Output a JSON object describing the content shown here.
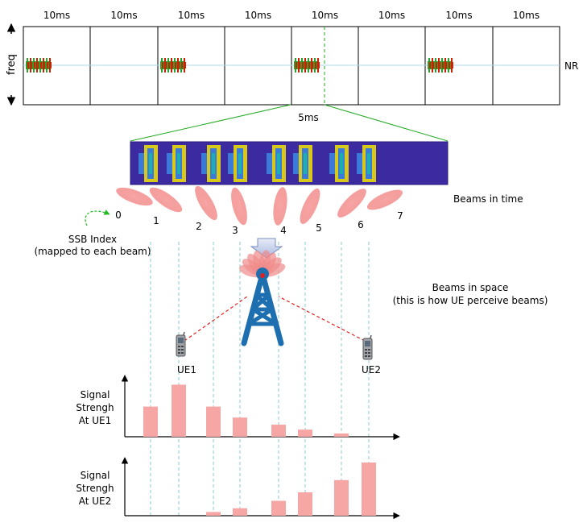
{
  "frame_labels": [
    "10ms",
    "10ms",
    "10ms",
    "10ms",
    "10ms",
    "10ms",
    "10ms",
    "10ms"
  ],
  "freq_label": "freq",
  "nr_label": "NR",
  "zoom_label": "5ms",
  "beam_indices": [
    "0",
    "1",
    "2",
    "3",
    "4",
    "5",
    "6",
    "7"
  ],
  "ssb_index_line1": "SSB Index",
  "ssb_index_line2": "(mapped to each beam)",
  "beams_in_time": "Beams in time",
  "beams_in_space_line1": "Beams in space",
  "beams_in_space_line2": "(this is how UE perceive beams)",
  "ue1_label": "UE1",
  "ue2_label": "UE2",
  "ue1_chart_label": [
    "Signal",
    "Strengh",
    "At UE1"
  ],
  "ue2_chart_label": [
    "Signal",
    "Strengh",
    "At UE2"
  ],
  "signal_ue1": [
    0.55,
    0.95,
    0.55,
    0.35,
    0.22,
    0.13,
    0.06,
    0
  ],
  "signal_ue2": [
    0,
    0,
    0.07,
    0.14,
    0.28,
    0.44,
    0.67,
    1.0
  ],
  "colors": {
    "frame_border": "#000000",
    "ssb_green": "#2ca02c",
    "ssb_red": "#cc2200",
    "nr_line": "#add8e6",
    "zoom_line": "#22aa22",
    "burst_bg": "#3b2aa0",
    "ssb_yellow": "#d8c81a",
    "ssb_teal": "#1ab0b0",
    "ssb_blue": "#3a7ad8",
    "beam_pink": "#f08a8a",
    "bar_pink": "#f7a6a6",
    "tower_blue": "#1e6fb0",
    "tower_red": "#e02020",
    "guide_teal": "#88cccc"
  }
}
